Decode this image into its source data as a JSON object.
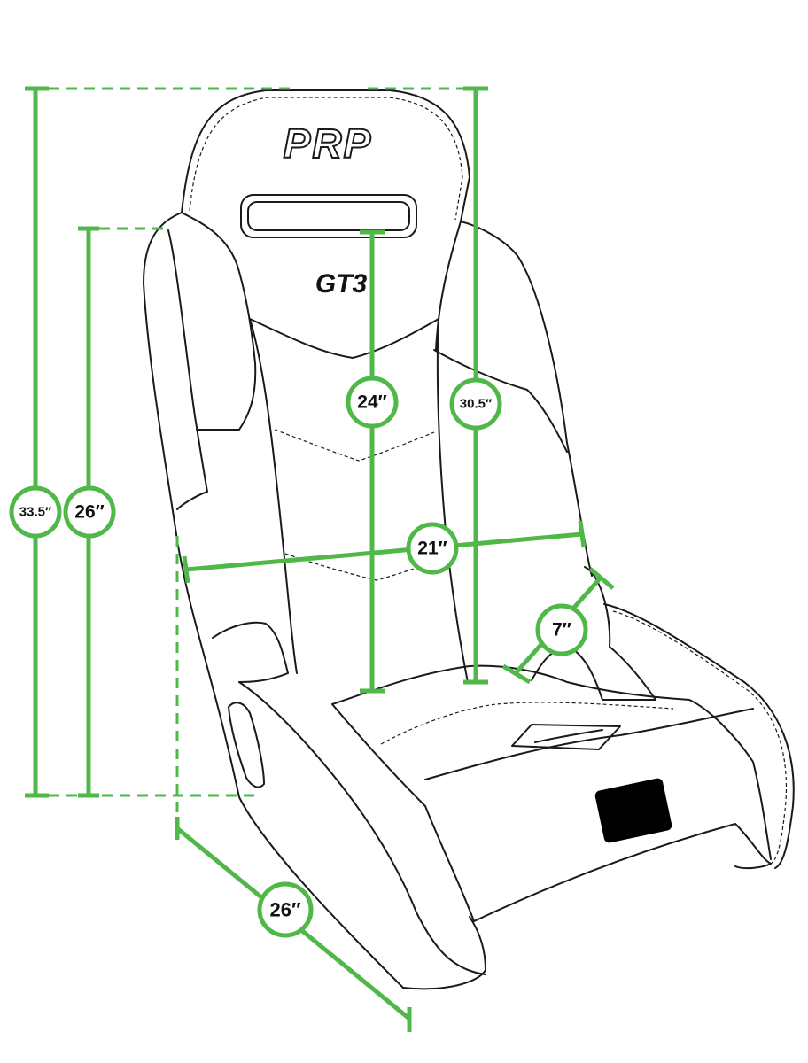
{
  "brand": {
    "logo": "PRP",
    "model": "GT3"
  },
  "dimensions": {
    "overall_height": "33.5″",
    "side_height": "26″",
    "back_height": "24″",
    "back_to_seat_height": "30.5″",
    "width": "21″",
    "side_bolster": "7″",
    "depth": "26″"
  },
  "colors": {
    "dimension_green": "#4fb848",
    "outline": "#1a1a1a",
    "background": "#ffffff"
  }
}
